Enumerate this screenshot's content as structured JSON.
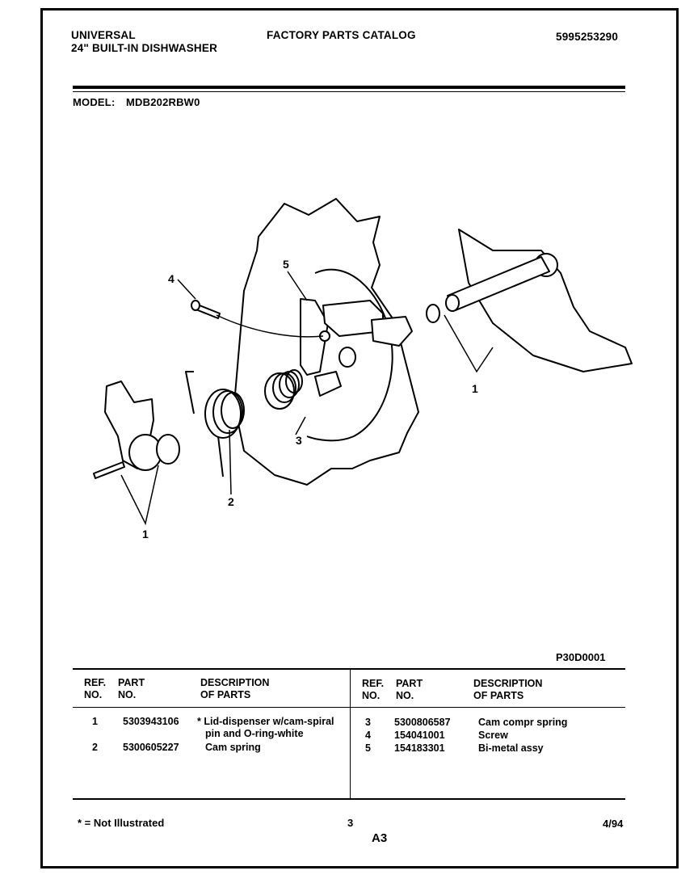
{
  "header": {
    "brand": "UNIVERSAL",
    "product": "24\" BUILT-IN DISHWASHER",
    "catalog_title": "FACTORY PARTS CATALOG",
    "catalog_number": "5995253290",
    "model_label": "MODEL:",
    "model_number": "MDB202RBW0"
  },
  "diagram": {
    "callouts": [
      "1",
      "2",
      "3",
      "4",
      "5",
      "1"
    ]
  },
  "diagram_code": "P30D0001",
  "table": {
    "headers": {
      "ref_line1": "REF.",
      "ref_line2": "NO.",
      "part_line1": "PART",
      "part_line2": "NO.",
      "desc_line1": "DESCRIPTION",
      "desc_line2": "OF PARTS"
    },
    "left_rows": [
      {
        "ref": "1",
        "part": "5303943106",
        "desc_line1": "* Lid-dispenser w/cam-spiral",
        "desc_line2": "pin and O-ring-white"
      },
      {
        "ref": "2",
        "part": "5300605227",
        "desc_line1": "Cam spring",
        "desc_line2": ""
      }
    ],
    "right_rows": [
      {
        "ref": "3",
        "part": "5300806587",
        "desc": "Cam compr spring"
      },
      {
        "ref": "4",
        "part": "154041001",
        "desc": "Screw"
      },
      {
        "ref": "5",
        "part": "154183301",
        "desc": "Bi-metal assy"
      }
    ]
  },
  "footer": {
    "note": "* = Not Illustrated",
    "page": "3",
    "section": "A3",
    "date": "4/94"
  }
}
